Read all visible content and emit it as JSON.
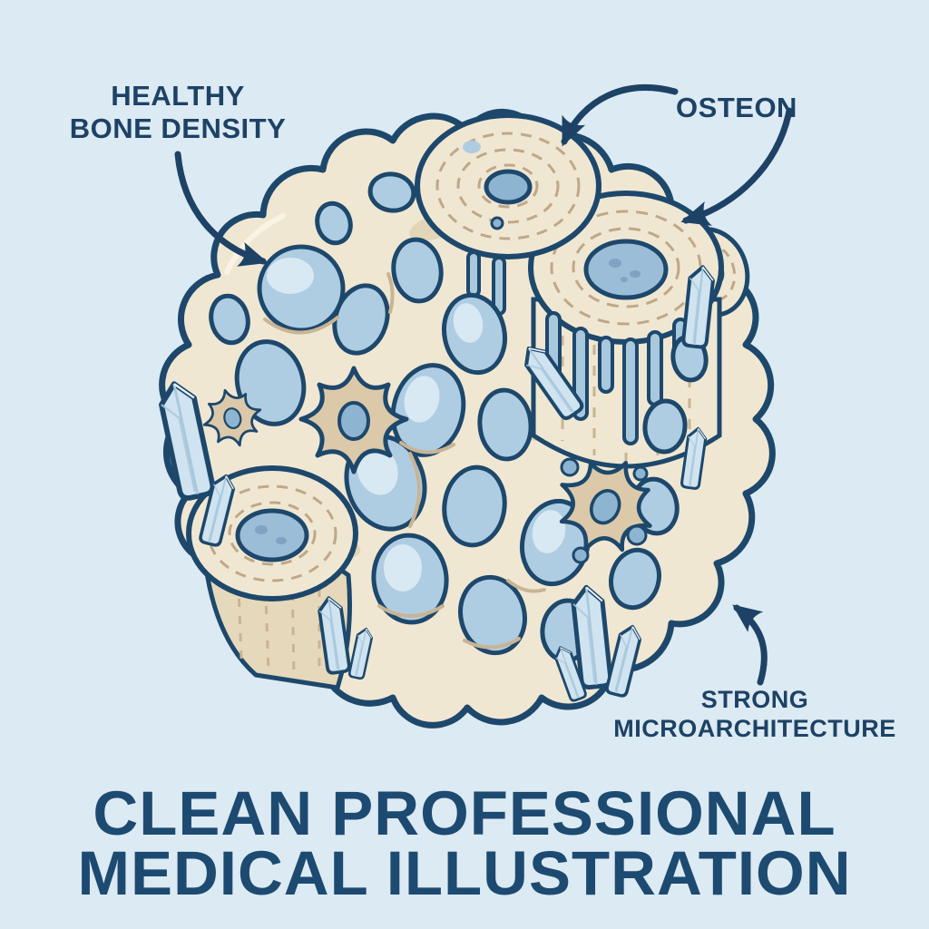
{
  "labels": {
    "healthy_bone_density": {
      "line1": "HEALTHY",
      "line2": "BONE DENSITY"
    },
    "osteon": {
      "text": "OSTEON"
    },
    "strong_microarchitecture": {
      "line1": "STRONG",
      "line2": "MICROARCHITECTURE"
    }
  },
  "caption": {
    "line1": "CLEAN PROFESSIONAL",
    "line2": "MEDICAL ILLUSTRATION"
  },
  "illustration": {
    "subject": "Cross-section of healthy trabecular (spongy) bone, circular mass with scalloped edge",
    "elements": [
      "trabecular-mesh-with-pores",
      "osteon-cylinders-with-concentric-lamellae",
      "central-canals",
      "osteocyte-star-cells",
      "mineral-crystal-clusters",
      "cut-cylinder-face",
      "annotation-arrows"
    ],
    "annotations": [
      "HEALTHY BONE DENSITY -> arrow to large pore upper-left",
      "OSTEON -> two arrows to osteon cylinders at top",
      "STRONG MICROARCHITECTURE -> arrow to scalloped lower-right edge"
    ],
    "palette": {
      "background": "#dceaf3",
      "bone_cream": "#f0e7d3",
      "bone_highlight": "#f9f3e4",
      "bone_shadow_tan": "#c9b493",
      "outline_navy": "#1d486b",
      "pore_blue": "#aecde2",
      "pore_highlight": "#d8e9f3",
      "canal_blue": "#8db4d0",
      "crystal_blue": "#cfe3f0",
      "text_navy": "#1d4265",
      "caption_navy": "#1d4a71"
    }
  }
}
